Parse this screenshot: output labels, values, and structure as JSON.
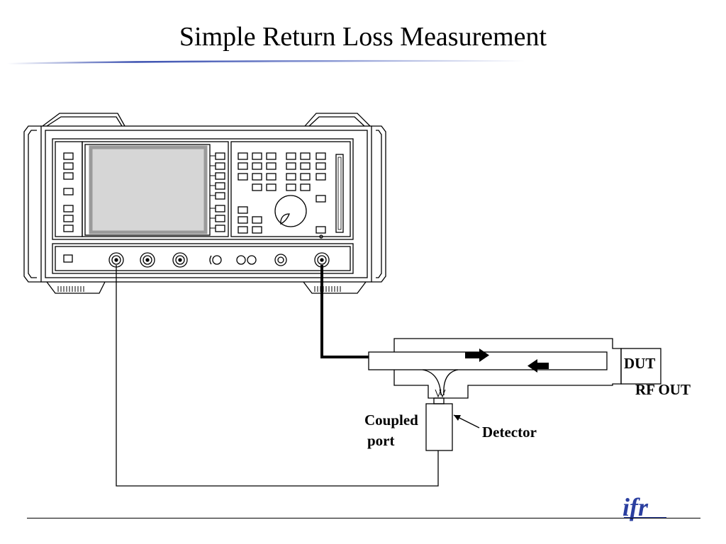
{
  "slide": {
    "title": "Simple Return Loss Measurement"
  },
  "diagram": {
    "labels": {
      "dut": "DUT",
      "rf_out": "RF OUT",
      "coupled": "Coupled",
      "port": "port",
      "detector": "Detector"
    },
    "colors": {
      "accent": "#3b50b0",
      "line": "#000000"
    }
  },
  "logo": {
    "text": "ifr",
    "color": "#2b3fa0"
  }
}
